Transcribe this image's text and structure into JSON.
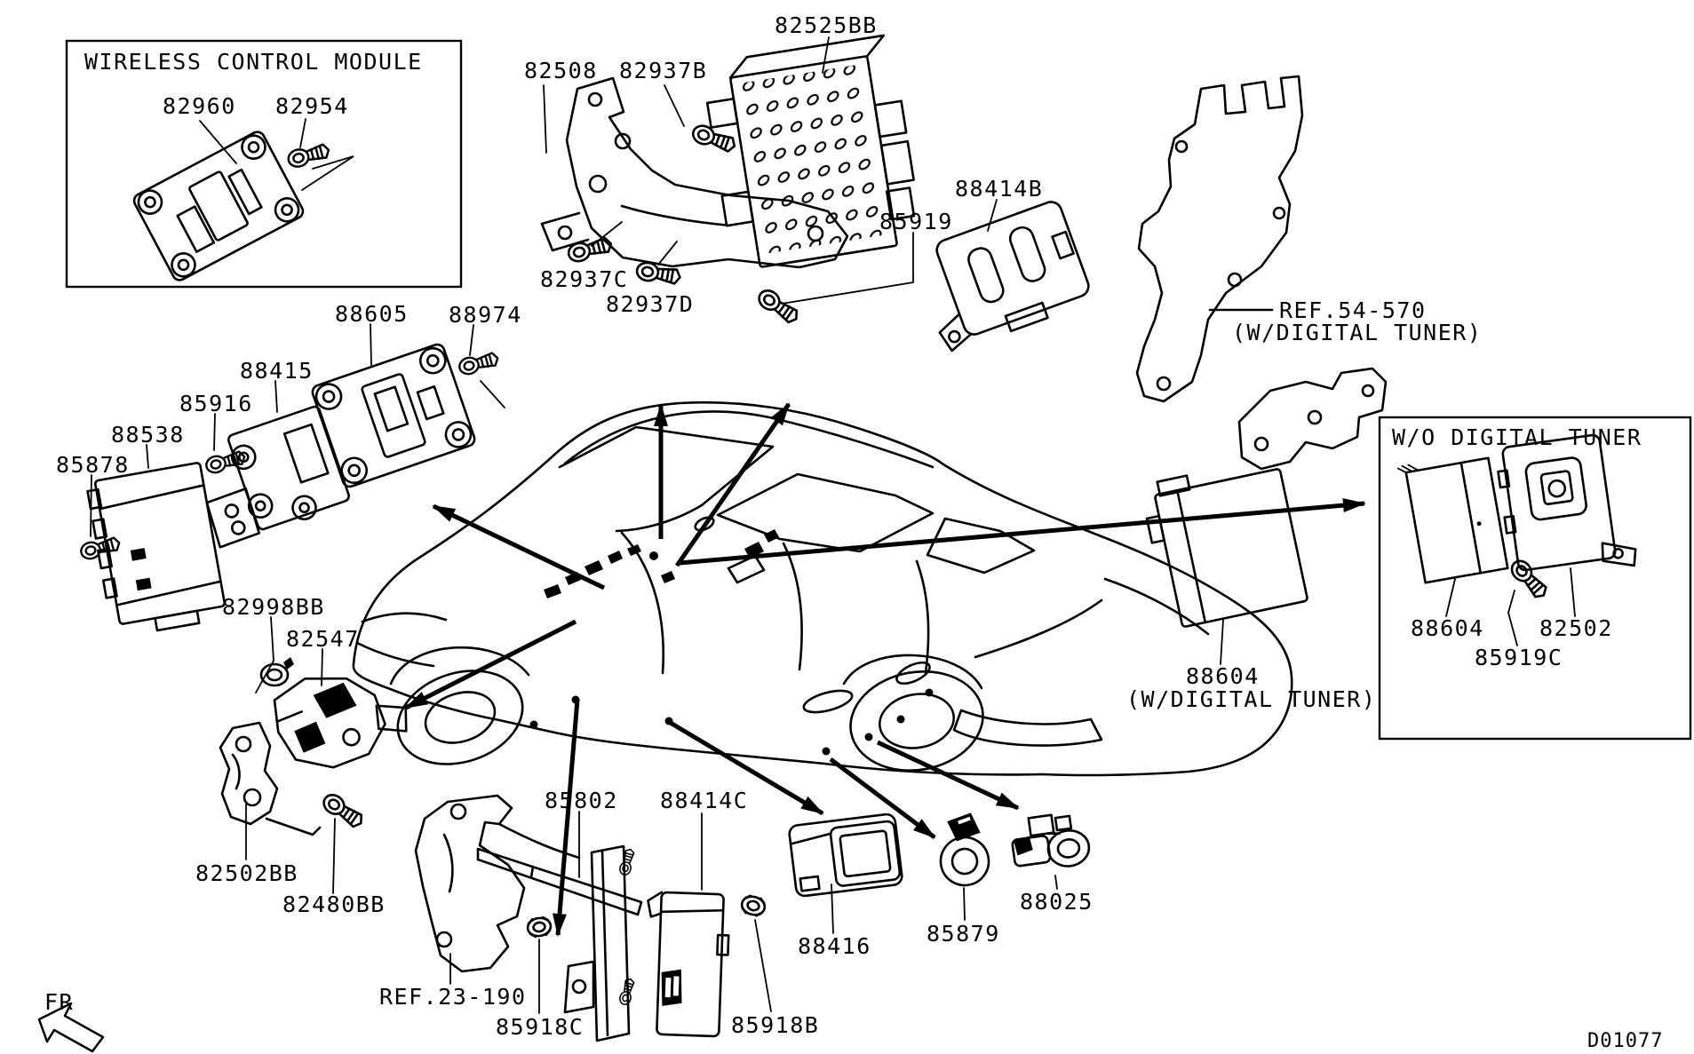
{
  "diagram": {
    "kind": "vehicle-parts-diagram",
    "background": "#ffffff",
    "line_color": "#000000",
    "sections": {
      "wireless_control_module_title": "WIRELESS CONTROL MODULE",
      "wo_digital_tuner_title": "W/O DIGITAL TUNER",
      "w_digital_tuner_note": "(W/DIGITAL TUNER)"
    },
    "references": {
      "ref_54_570": "REF.54-570",
      "ref_23_190": "REF.23-190"
    },
    "part_numbers": {
      "p82960": "82960",
      "p82954": "82954",
      "p82508": "82508",
      "p82937B": "82937B",
      "p82937C": "82937C",
      "p82937D": "82937D",
      "p82525BB": "82525BB",
      "p85919": "85919",
      "p88414B": "88414B",
      "p88605": "88605",
      "p88974": "88974",
      "p88415": "88415",
      "p85916": "85916",
      "p88538": "88538",
      "p85878": "85878",
      "p82998BB": "82998BB",
      "p82547": "82547",
      "p82502BB": "82502BB",
      "p82480BB": "82480BB",
      "p85802": "85802",
      "p88414C": "88414C",
      "p85918C": "85918C",
      "p85918B": "85918B",
      "p88416": "88416",
      "p85879": "85879",
      "p88025": "88025",
      "p88604": "88604",
      "p82502": "82502",
      "p85919C": "85919C"
    },
    "footer": {
      "orientation_label": "FR",
      "drawing_code": "D01077"
    }
  }
}
